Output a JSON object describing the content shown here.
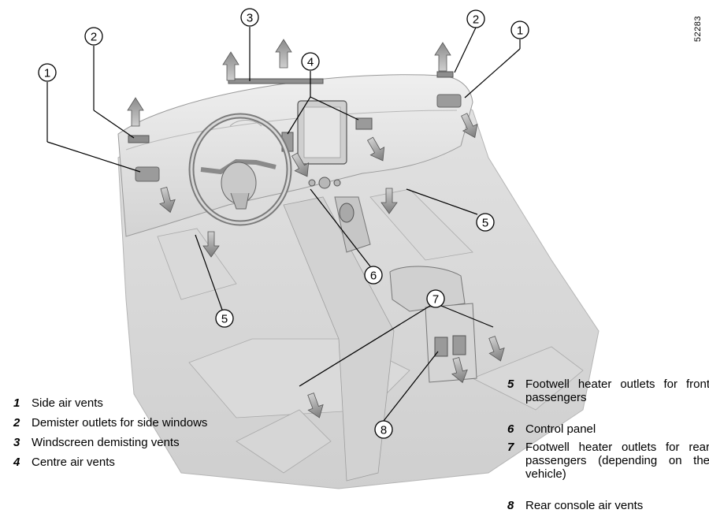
{
  "figure_ref": "52283",
  "callout_labels": [
    "1",
    "2",
    "3",
    "4",
    "5",
    "6",
    "7",
    "8"
  ],
  "legend_left": [
    {
      "num": "1",
      "text": "Side air vents"
    },
    {
      "num": "2",
      "text": "Demister outlets for side windows"
    },
    {
      "num": "3",
      "text": "Windscreen demisting vents"
    },
    {
      "num": "4",
      "text": "Centre air vents"
    }
  ],
  "legend_right": [
    {
      "num": "5",
      "text": "Footwell heater outlets for front passengers"
    },
    {
      "num": "6",
      "text": "Control panel"
    },
    {
      "num": "7",
      "text": "Footwell heater outlets for rear passengers (depending on the vehicle)"
    },
    {
      "num": "8",
      "text": "Rear console air vents"
    }
  ]
}
